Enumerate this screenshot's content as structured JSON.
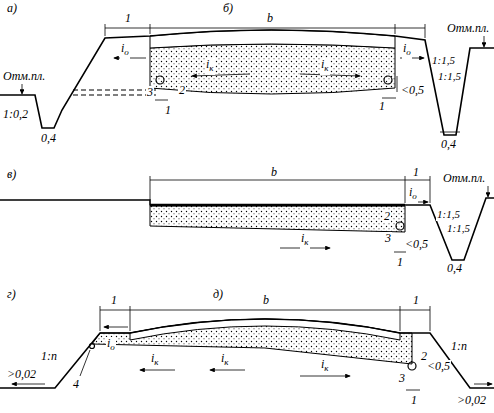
{
  "diagram": {
    "labels": [
      "а)",
      "б)",
      "Отм.пл.",
      "1",
      "b",
      "iо",
      "iк",
      "iк",
      "iо",
      "1:0,2",
      "0,4",
      "3",
      "2",
      "1",
      "1",
      "<0,5",
      "1:1,5",
      "1:1,5",
      "0,4",
      "Отм.пл.",
      "в)",
      "b",
      "1",
      "2",
      "iо",
      "iк",
      "3",
      "<0,5",
      "1",
      "1:1,5",
      "1:1,5",
      "0,4",
      "Отм.пл.",
      "г)",
      "д)",
      "1",
      "iо",
      "b",
      "1",
      ">0,02",
      "1:n",
      "4",
      "iк",
      "iк",
      "iк",
      "2",
      "3",
      "<0,5",
      "1",
      "1:n",
      ">0,02"
    ]
  }
}
